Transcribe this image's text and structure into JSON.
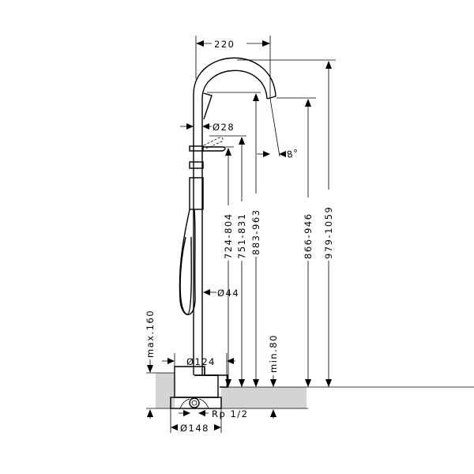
{
  "drawing": {
    "title": "Freestanding bath mixer dimension drawing",
    "dimensions": {
      "spout_reach": "220",
      "pipe_diameter": "Ø28",
      "spout_angle": "8°",
      "handshower_holder_diameter": "Ø44",
      "base_diameter": "Ø124",
      "mounting_body_diameter": "Ø148",
      "connection_thread": "Rp 1/2",
      "max_install_depth": "max.160",
      "min_install_depth": "min.80",
      "height_total": "979-1059",
      "height_spout_outlet": "866-946",
      "height_spout_inner": "883-963",
      "height_lever_top": "751-831",
      "height_lever": "724-804"
    },
    "colors": {
      "line": "#000000",
      "floor": "#d4d4d4"
    }
  }
}
